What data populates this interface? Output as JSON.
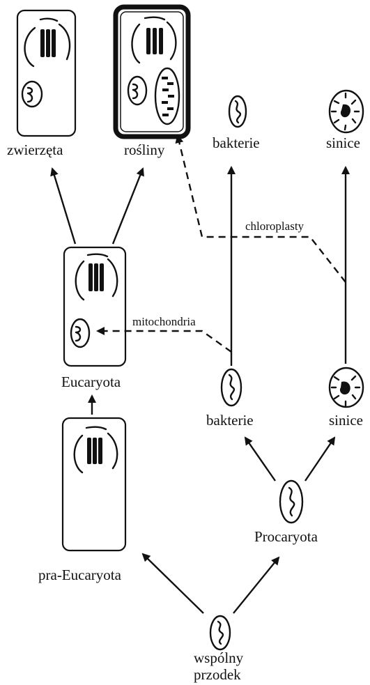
{
  "labels": {
    "zwierzeta": "zwierzęta",
    "rosliny": "rośliny",
    "bakterie_top": "bakterie",
    "sinice_top": "sinice",
    "chloroplasty": "chloroplasty",
    "mitochondria": "mitochondria",
    "eucaryota": "Eucaryota",
    "bakterie_mid": "bakterie",
    "sinice_mid": "sinice",
    "procaryota": "Procaryota",
    "pra_eucaryota": "pra-Eucaryota",
    "wspolny_line1": "wspólny",
    "wspolny_line2": "przodek"
  }
}
